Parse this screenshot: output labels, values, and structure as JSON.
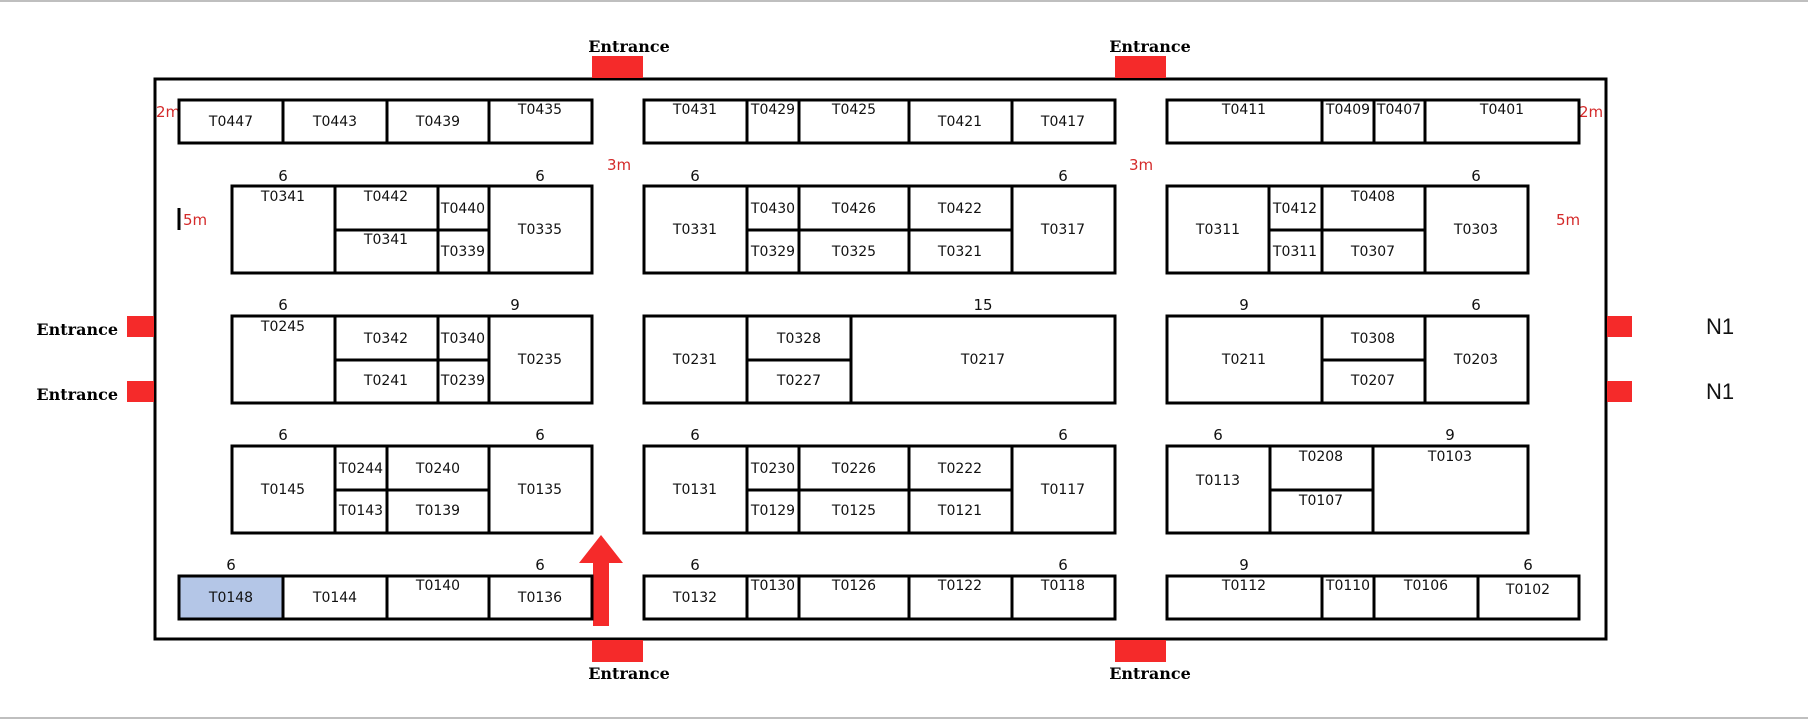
{
  "colors": {
    "entrance": "#f52a2a",
    "dimension": "#d42a2a",
    "highlight": "#b4c6e7",
    "arrow": "#f52a2a",
    "outline": "#000000"
  },
  "labels": {
    "entrance": "Entrance",
    "n1": "N1"
  },
  "dimensions": {
    "side_margin": "2m",
    "aisle": "3m",
    "corridor": "5m"
  },
  "highlighted_booth": "T0148",
  "booths": [
    "T0447",
    "T0443",
    "T0439",
    "T0435",
    "T0431",
    "T0429",
    "T0425",
    "T0421",
    "T0417",
    "T0411",
    "T0409",
    "T0407",
    "T0401",
    "T0341",
    "T0442",
    "T0440",
    "T0341",
    "T0339",
    "T0335",
    "T0331",
    "T0430",
    "T0426",
    "T0422",
    "T0329",
    "T0325",
    "T0321",
    "T0317",
    "T0311",
    "T0412",
    "T0408",
    "T0311",
    "T0307",
    "T0303",
    "T0245",
    "T0342",
    "T0340",
    "T0241",
    "T0239",
    "T0235",
    "T0231",
    "T0328",
    "T0227",
    "T0217",
    "T0211",
    "T0308",
    "T0207",
    "T0203",
    "T0145",
    "T0244",
    "T0240",
    "T0143",
    "T0139",
    "T0135",
    "T0131",
    "T0230",
    "T0226",
    "T0222",
    "T0129",
    "T0125",
    "T0121",
    "T0117",
    "T0113",
    "T0208",
    "T0103",
    "T0107",
    "T0148",
    "T0144",
    "T0140",
    "T0136",
    "T0132",
    "T0130",
    "T0126",
    "T0122",
    "T0118",
    "T0112",
    "T0110",
    "T0106",
    "T0102"
  ],
  "block_sizes": [
    "6",
    "6",
    "6",
    "6",
    "6",
    "6",
    "9",
    "15",
    "9",
    "6",
    "6",
    "6",
    "6",
    "6",
    "6",
    "9",
    "6",
    "6",
    "6",
    "6",
    "9",
    "6"
  ]
}
